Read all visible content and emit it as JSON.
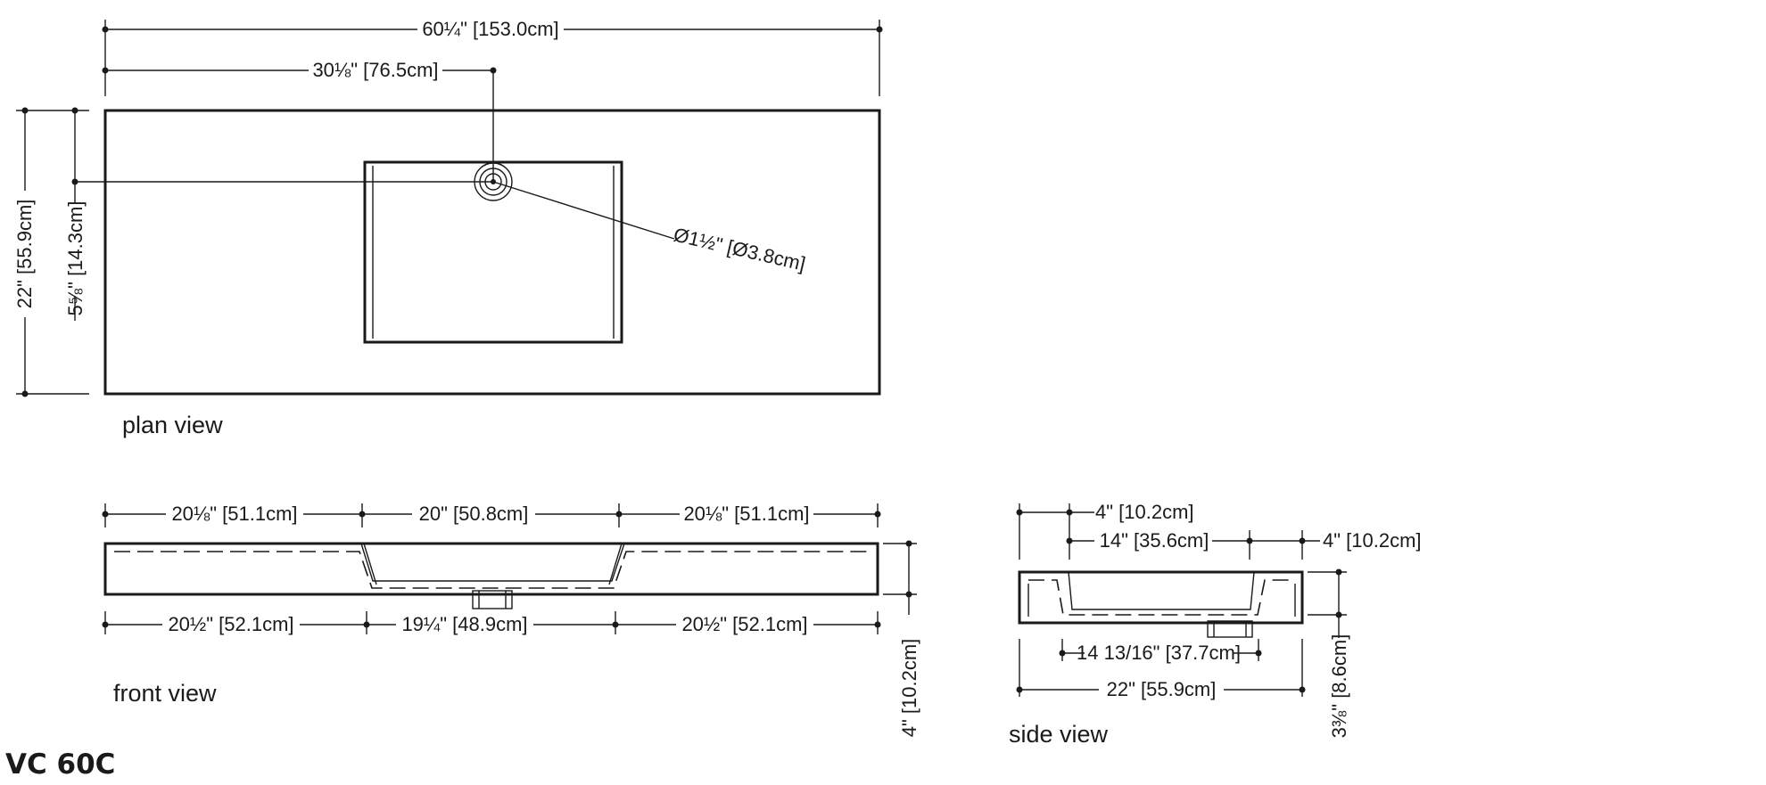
{
  "model": "VC 60C",
  "views": {
    "plan": "plan view",
    "front": "front view",
    "side": "side view"
  },
  "plan_dims": {
    "overall_width": "60¼\" [153.0cm]",
    "drain_offset": "30⅛\" [76.5cm]",
    "overall_depth": "22\" [55.9cm]",
    "drain_depth": "5⅝\" [14.3cm]",
    "drain_diameter": "Ø1½\" [Ø3.8cm]"
  },
  "front_dims": {
    "top_left": "20⅛\" [51.1cm]",
    "top_center": "20\" [50.8cm]",
    "top_right": "20⅛\" [51.1cm]",
    "bottom_left": "20½\" [52.1cm]",
    "bottom_center": "19¼\" [48.9cm]",
    "bottom_right": "20½\" [52.1cm]",
    "height": "4\" [10.2cm]"
  },
  "side_dims": {
    "left_wall": "4\" [10.2cm]",
    "basin": "14\" [35.6cm]",
    "right_wall": "4\" [10.2cm]",
    "basin_bottom": "14 13/16\" [37.7cm]",
    "overall": "22\" [55.9cm]",
    "height": "3⅜\" [8.6cm]"
  }
}
